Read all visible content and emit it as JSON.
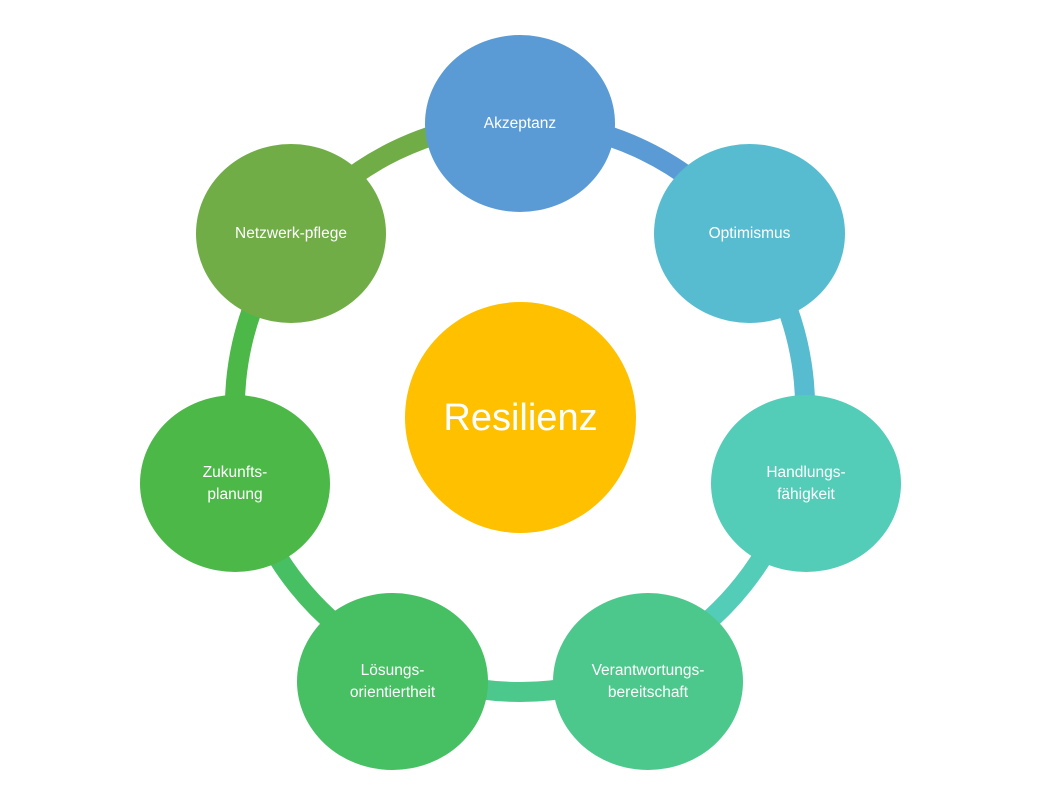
{
  "center": {
    "label": "Resilienz",
    "color": "#FFC000"
  },
  "nodes": [
    {
      "label": "Akzeptanz",
      "color": "#5B9BD5"
    },
    {
      "label": "Optimismus",
      "color": "#57BCD0"
    },
    {
      "label": "Handlungs-\nfähigkeit",
      "color": "#53CCB8"
    },
    {
      "label": "Verantwortungs-\nbereitschaft",
      "color": "#4DC88C"
    },
    {
      "label": "Lösungs-\norientiertheit",
      "color": "#47BF63"
    },
    {
      "label": "Zukunfts-\nplanung",
      "color": "#4CB848"
    },
    {
      "label": "Netzwerk-pflege",
      "color": "#70AD47"
    }
  ],
  "ring_colors": [
    "#5B9BD5",
    "#57BCD0",
    "#53CCB8",
    "#4DC88C",
    "#47BF63",
    "#4CB848",
    "#70AD47"
  ]
}
